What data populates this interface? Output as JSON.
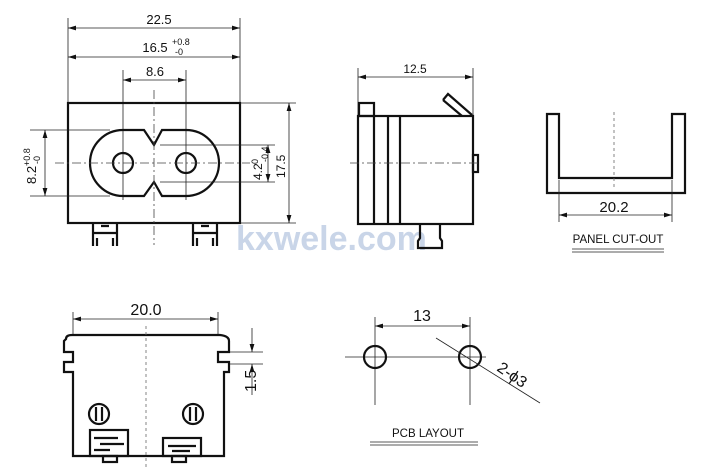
{
  "watermark": "kxwele.com",
  "front_view": {
    "width_overall": "22.5",
    "width_inner": "16.5",
    "width_inner_tol_plus": "+0.8",
    "width_inner_tol_minus": "-0",
    "pin_spacing": "8.6",
    "height_left": "8.2",
    "height_left_tol_plus": "+0.8",
    "height_left_tol_minus": "-0",
    "notch_height": "4.2",
    "notch_tol_plus": "0",
    "notch_tol_minus": "-0.4",
    "height_overall": "17.5"
  },
  "side_view": {
    "depth": "12.5"
  },
  "panel_cutout": {
    "width": "20.2",
    "label": "PANEL CUT-OUT"
  },
  "bottom_view": {
    "width": "20.0",
    "step": "1.5"
  },
  "pcb_layout": {
    "spacing": "13",
    "holes": "2-ϕ3",
    "label": "PCB LAYOUT"
  }
}
